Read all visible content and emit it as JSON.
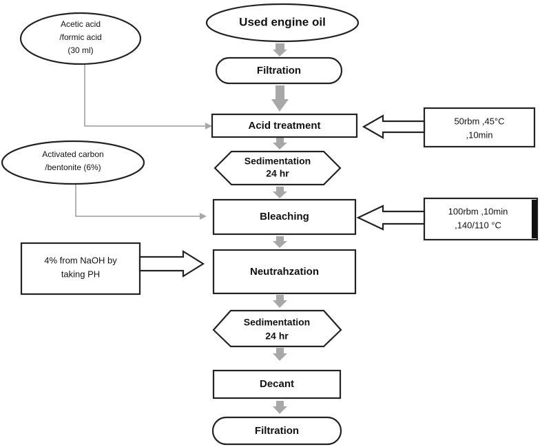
{
  "main_flow": {
    "used_engine_oil": "Used engine oil",
    "filtration_1": "Filtration",
    "acid_treatment": "Acid treatment",
    "sedimentation_1": [
      "Sedimentation",
      "24 hr"
    ],
    "bleaching": "Bleaching",
    "neutralization": "Neutrahzation",
    "sedimentation_2": [
      "Sedimentation",
      "24 hr"
    ],
    "decant": "Decant",
    "filtration_2": "Filtration"
  },
  "inputs": {
    "acid": [
      "Acetic acid",
      "/formic acid",
      "(30 ml)"
    ],
    "adsorbent": [
      "Activated carbon",
      "/bentonite (6%)"
    ],
    "naoh": [
      "4% from NaOH by",
      "taking PH"
    ]
  },
  "conditions": {
    "acid_treatment": [
      "50rbm ,45°C",
      ",10min"
    ],
    "bleaching": [
      "100rbm ,10min",
      ",140/110 °C"
    ]
  },
  "colors": {
    "stroke": "#222222",
    "gray_arrow": "#a8a8a8",
    "connector": "#9a9a9a"
  }
}
